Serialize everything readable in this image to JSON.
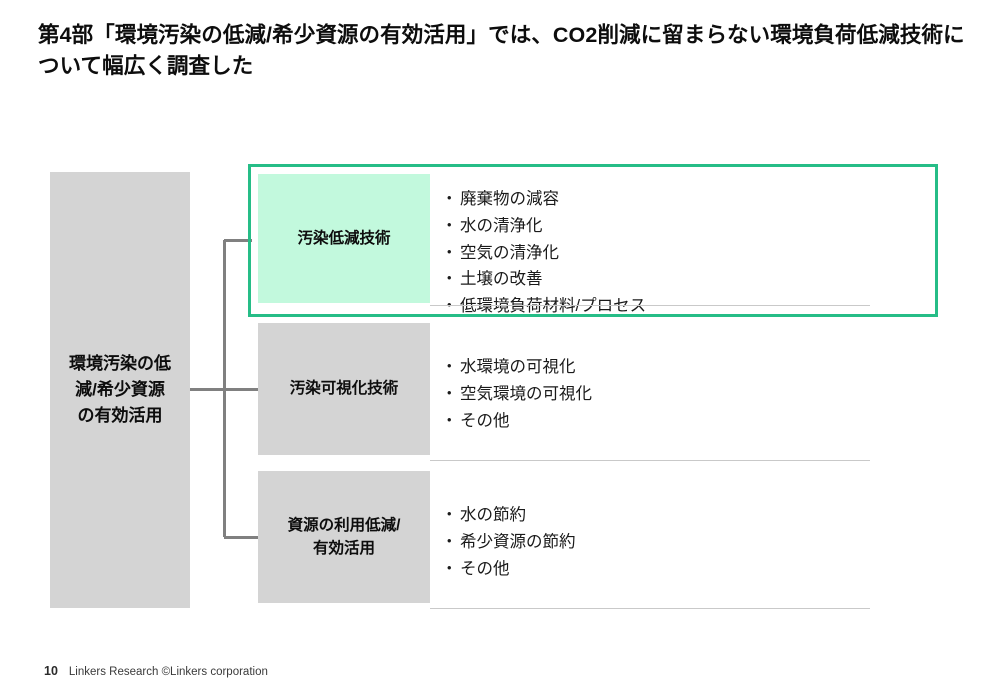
{
  "slide": {
    "title": "第4部「環境汚染の低減/希少資源の有効活用」では、CO2削減に留まらない環境負荷低減技術について幅広く調査した",
    "page_number": "10",
    "credit": "Linkers Research ©Linkers corporation"
  },
  "colors": {
    "highlight_border": "#26bd87",
    "highlight_fill": "#c2f9dd",
    "box_fill": "#d4d4d4",
    "connector": "#808080",
    "rule": "#c9c9c9",
    "text": "#0d0d0d"
  },
  "diagram": {
    "type": "tree",
    "root": {
      "label": "環境汚染の低\n減/希少資源\nの有効活用"
    },
    "branches": [
      {
        "label": "汚染低減技術",
        "highlighted": true,
        "bullet_glyph": "・",
        "items": [
          "廃棄物の減容",
          "水の清浄化",
          "空気の清浄化",
          "土壌の改善",
          "低環境負荷材料/プロセス"
        ]
      },
      {
        "label": "汚染可視化技術",
        "highlighted": false,
        "bullet_glyph": "・",
        "items": [
          "水環境の可視化",
          "空気環境の可視化",
          "その他"
        ]
      },
      {
        "label": "資源の利用低減/\n有効活用",
        "highlighted": false,
        "bullet_glyph": "・",
        "items": [
          "水の節約",
          "希少資源の節約",
          "その他"
        ]
      }
    ]
  }
}
